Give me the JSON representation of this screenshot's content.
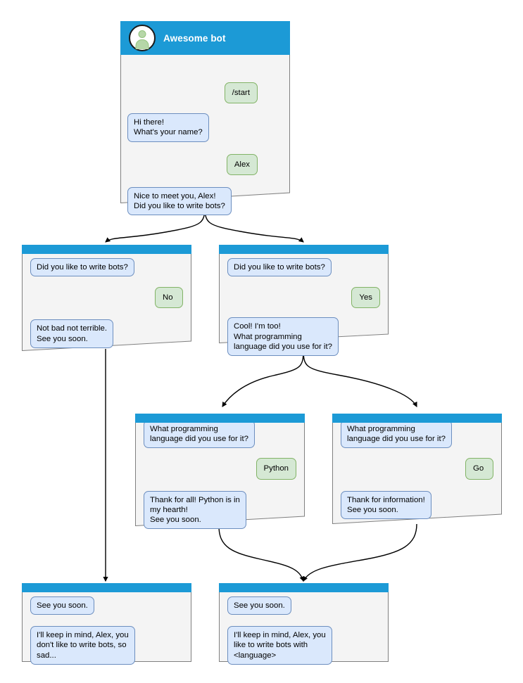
{
  "diagram": {
    "title": "Awesome bot chatbot flow",
    "colors": {
      "header_blue": "#1c9ad6",
      "node_bg": "#f4f4f4",
      "node_border": "#808080",
      "bot_bubble_fill": "#dae8fc",
      "bot_bubble_border": "#6c8ebf",
      "user_bubble_fill": "#d5e8d4",
      "user_bubble_border": "#82b366",
      "edge": "#000000"
    }
  },
  "nodes": {
    "root": {
      "title": "Awesome bot",
      "avatar_icon": "user-avatar-icon",
      "messages": [
        {
          "from": "user",
          "text": "/start"
        },
        {
          "from": "bot",
          "text": "Hi there!\nWhat's your name?"
        },
        {
          "from": "user",
          "text": "Alex"
        },
        {
          "from": "bot",
          "text": "Nice to meet you, Alex!\nDid you like to write bots?"
        }
      ]
    },
    "no_branch": {
      "messages": [
        {
          "from": "bot",
          "text": "Did you like to write bots?"
        },
        {
          "from": "user",
          "text": "No"
        },
        {
          "from": "bot",
          "text": "Not bad not terrible.\nSee you soon."
        }
      ]
    },
    "yes_branch": {
      "messages": [
        {
          "from": "bot",
          "text": "Did you like to write bots?"
        },
        {
          "from": "user",
          "text": "Yes"
        },
        {
          "from": "bot",
          "text": "Cool! I'm too!\nWhat programming\nlanguage did you use for it?"
        }
      ]
    },
    "python_branch": {
      "messages": [
        {
          "from": "bot",
          "text": "What programming\nlanguage did you use for it?"
        },
        {
          "from": "user",
          "text": "Python"
        },
        {
          "from": "bot",
          "text": "Thank for all! Python is in\nmy hearth!\nSee you soon."
        }
      ]
    },
    "go_branch": {
      "messages": [
        {
          "from": "bot",
          "text": "What programming\nlanguage did you use for it?"
        },
        {
          "from": "user",
          "text": "Go"
        },
        {
          "from": "bot",
          "text": "Thank for information!\nSee you soon."
        }
      ]
    },
    "end_no": {
      "messages": [
        {
          "from": "bot",
          "text": "See you soon."
        },
        {
          "from": "bot",
          "text": "I'll keep in mind, Alex, you\ndon't like to write bots, so\nsad..."
        }
      ]
    },
    "end_yes": {
      "messages": [
        {
          "from": "bot",
          "text": "See you soon."
        },
        {
          "from": "bot",
          "text": "I'll keep in mind, Alex, you\nlike to write bots with\n<language>"
        }
      ]
    }
  }
}
